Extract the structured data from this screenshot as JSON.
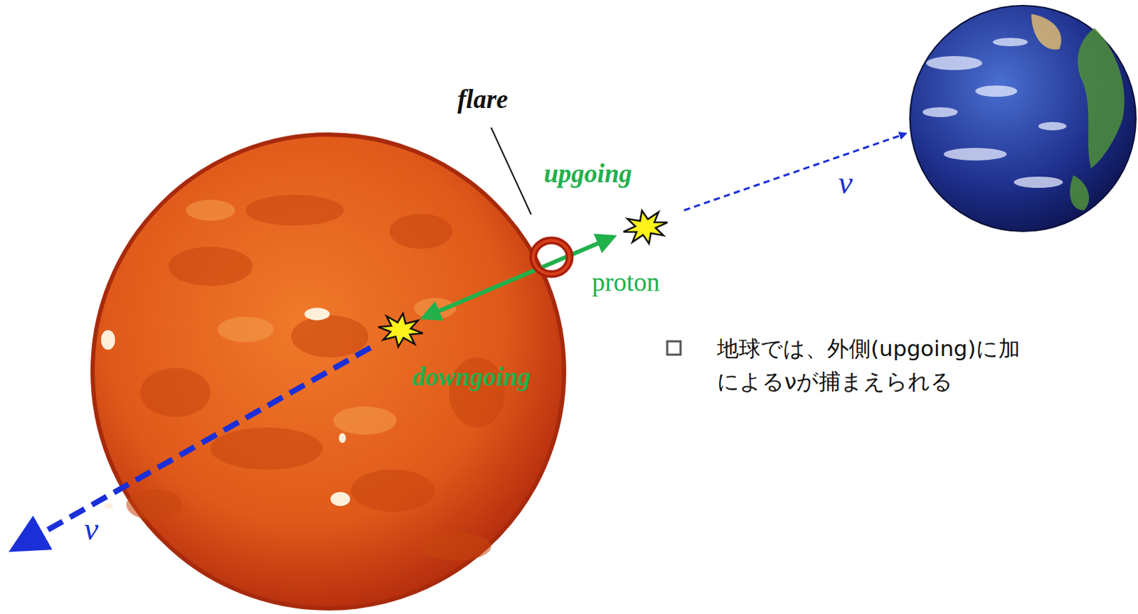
{
  "diagram": {
    "labels": [
      "flare",
      "upgoing",
      "proton",
      "ν",
      "地球では、外側(upgoing)に加 によるνが捕まえられる",
      "downgoing",
      "ν"
    ]
  }
}
